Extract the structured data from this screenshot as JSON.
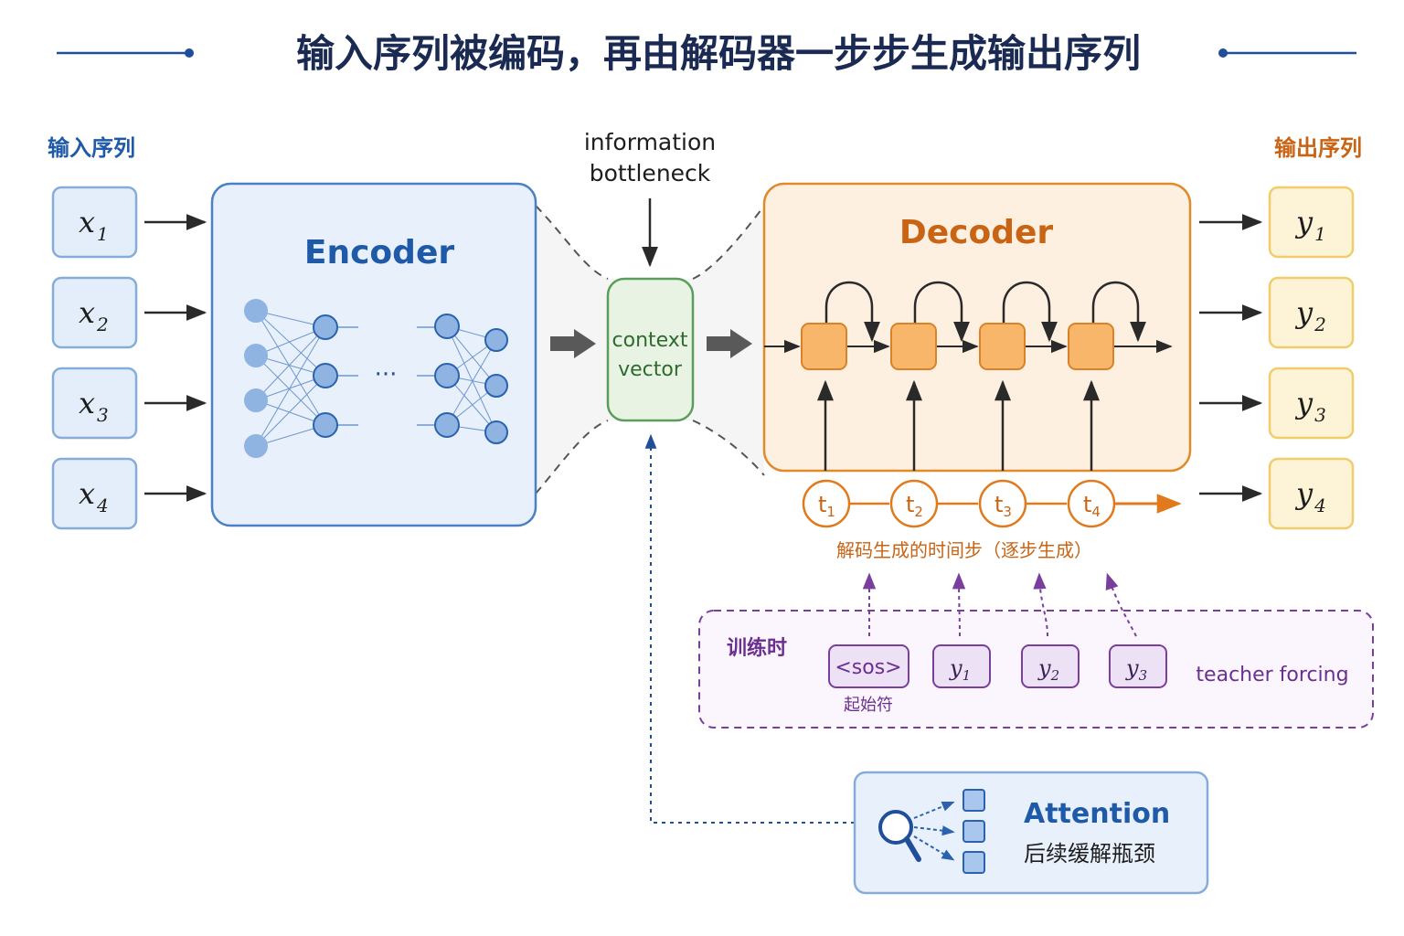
{
  "title": "输入序列被编码，再由解码器一步步生成输出序列",
  "input_label": "输入序列",
  "output_label": "输出序列",
  "inputs": [
    {
      "var": "x",
      "sub": "1"
    },
    {
      "var": "x",
      "sub": "2"
    },
    {
      "var": "x",
      "sub": "3"
    },
    {
      "var": "x",
      "sub": "4"
    }
  ],
  "outputs": [
    {
      "var": "y",
      "sub": "1"
    },
    {
      "var": "y",
      "sub": "2"
    },
    {
      "var": "y",
      "sub": "3"
    },
    {
      "var": "y",
      "sub": "4"
    }
  ],
  "encoder": {
    "label": "Encoder",
    "ellipsis": "···"
  },
  "bottleneck": {
    "line1": "information",
    "line2": "bottleneck"
  },
  "context": {
    "line1": "context",
    "line2": "vector"
  },
  "decoder": {
    "label": "Decoder"
  },
  "timesteps": [
    {
      "var": "t",
      "sub": "1"
    },
    {
      "var": "t",
      "sub": "2"
    },
    {
      "var": "t",
      "sub": "3"
    },
    {
      "var": "t",
      "sub": "4"
    }
  ],
  "timestep_caption": "解码生成的时间步（逐步生成）",
  "training": {
    "label": "训练时",
    "sos": "<sos>",
    "sos_caption": "起始符",
    "tokens": [
      {
        "var": "y",
        "sub": "1"
      },
      {
        "var": "y",
        "sub": "2"
      },
      {
        "var": "y",
        "sub": "3"
      }
    ],
    "method": "teacher forcing"
  },
  "attention": {
    "title": "Attention",
    "subtitle": "后续缓解瓶颈"
  },
  "colors": {
    "encoder": "#4a80c4",
    "decoder": "#e08a2c",
    "context": "#5a9e5a",
    "training": "#7a3e9d",
    "title": "#1a2a52"
  },
  "icons": [
    "magnifier-icon",
    "arrow-icon"
  ]
}
